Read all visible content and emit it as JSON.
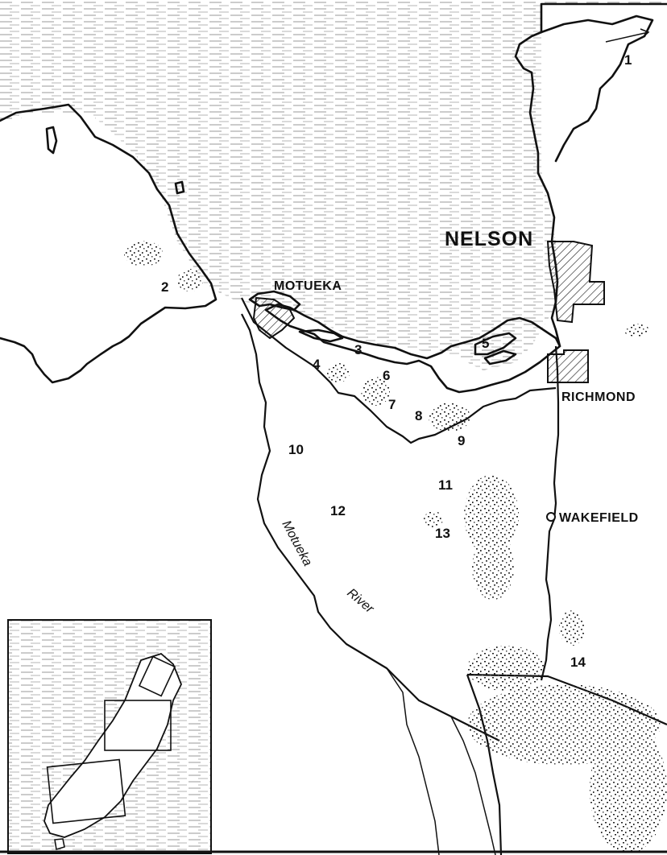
{
  "labels": {
    "city": "NELSON",
    "motueka": "MOTUEKA",
    "richmond": "RICHMOND",
    "wakefield": "WAKEFIELD",
    "river_word1": "Motueka",
    "river_word2": "River"
  },
  "sites": [
    "1",
    "2",
    "3",
    "4",
    "5",
    "6",
    "7",
    "8",
    "9",
    "10",
    "11",
    "12",
    "13",
    "14"
  ]
}
